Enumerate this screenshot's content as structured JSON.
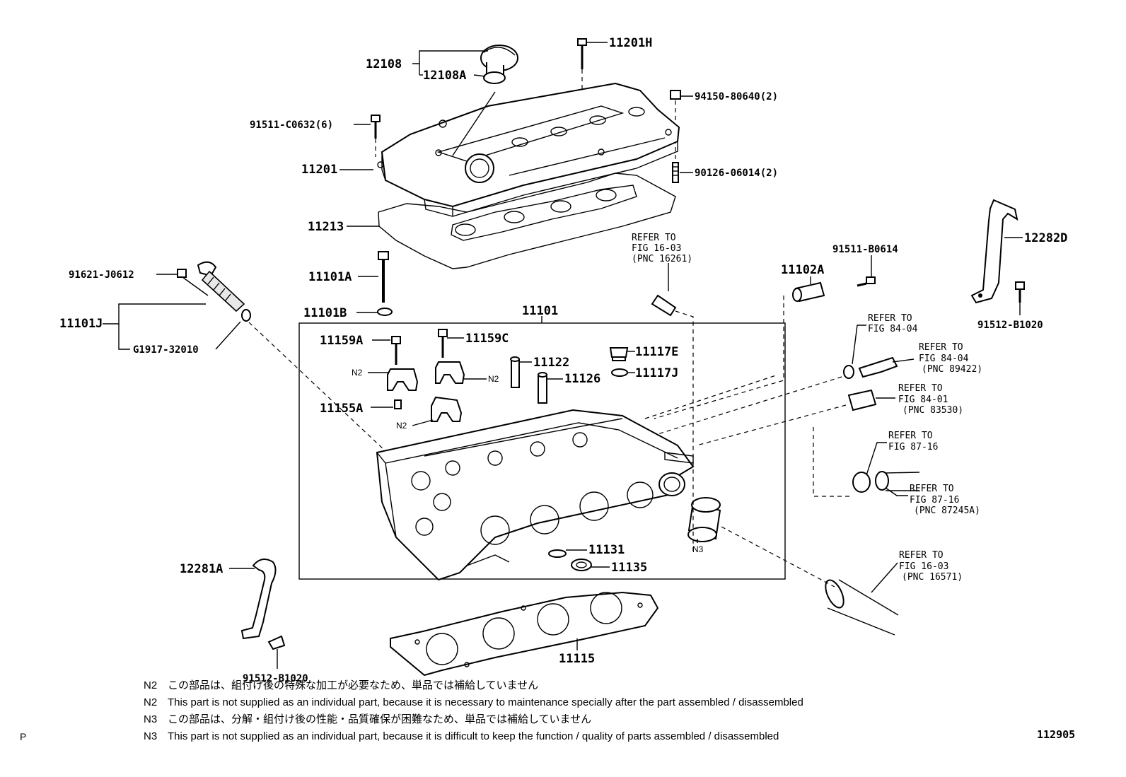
{
  "labels": {
    "p12108": "12108",
    "p12108A": "12108A",
    "p11201H": "11201H",
    "p94150": "94150-80640(2)",
    "p91511C": "91511-C0632(6)",
    "p11201": "11201",
    "p90126": "90126-06014(2)",
    "p11213": "11213",
    "p11101A": "11101A",
    "p11101B": "11101B",
    "p91621": "91621-J0612",
    "p11101J": "11101J",
    "pG1917": "G1917-32010",
    "p11101": "11101",
    "p11159A": "11159A",
    "p11159C": "11159C",
    "p11122": "11122",
    "p11126": "11126",
    "p11117E": "11117E",
    "p11117J": "11117J",
    "p11155A": "11155A",
    "n2a": "N2",
    "n2b": "N2",
    "n2c": "N2",
    "n3": "N3",
    "p11131": "11131",
    "p11135": "11135",
    "p12281A": "12281A",
    "p91512a": "91512-B1020",
    "p11115": "11115",
    "p11102A": "11102A",
    "p91511B": "91511-B0614",
    "p12282D": "12282D",
    "p91512b": "91512-B1020"
  },
  "refs": {
    "r1": [
      "REFER TO",
      "FIG 16-03",
      "(PNC 16261)"
    ],
    "r2": [
      "REFER TO",
      "FIG 84-04"
    ],
    "r3": [
      "REFER TO",
      "FIG 84-04",
      "(PNC 89422)"
    ],
    "r4": [
      "REFER TO",
      "FIG 84-01",
      "(PNC 83530)"
    ],
    "r5": [
      "REFER TO",
      "FIG 87-16"
    ],
    "r6": [
      "REFER TO",
      "FIG 87-16",
      "(PNC 87245A)"
    ],
    "r7": [
      "REFER TO",
      "FIG 16-03",
      "(PNC 16571)"
    ]
  },
  "notes": [
    {
      "key": "N2",
      "text": "この部品は、組付け後の特殊な加工が必要なため、単品では補給していません"
    },
    {
      "key": "N2",
      "text": "This part is not supplied as an individual part, because it is necessary to maintenance specially after the part assembled / disassembled"
    },
    {
      "key": "N3",
      "text": "この部品は、分解・組付け後の性能・品質確保が困難なため、単品では補給していません"
    },
    {
      "key": "N3",
      "text": "This part is not supplied as an individual part, because it is difficult to keep the function / quality of parts  assembled / disassembled"
    }
  ],
  "corner_left": "P",
  "figure_code": "112905"
}
